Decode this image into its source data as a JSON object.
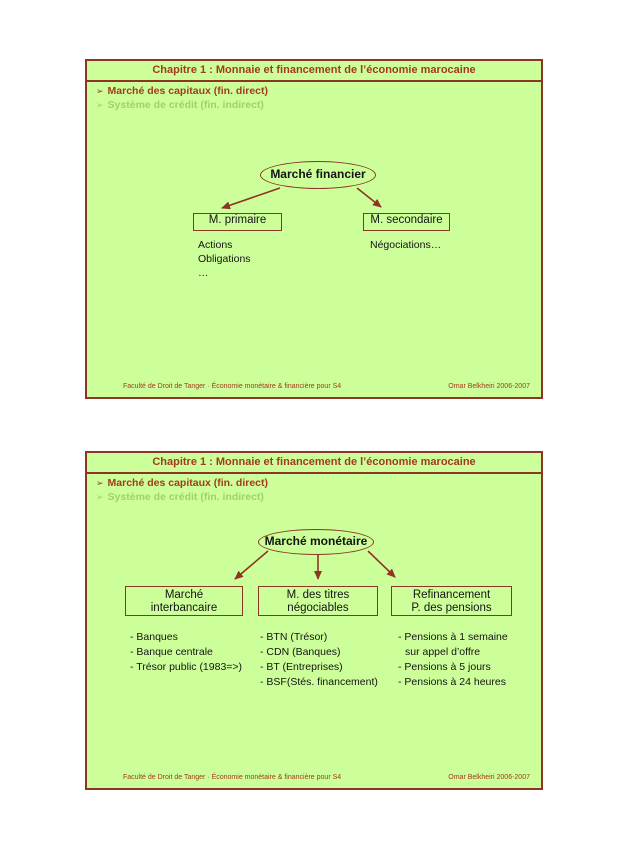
{
  "colors": {
    "page_bg": "#ffffff",
    "slide_bg": "#ccff99",
    "accent_maroon": "#8e3424",
    "title_red": "#a23b1e",
    "muted_bullet_green": "#a2cf6a",
    "diagram_text": "#141414"
  },
  "bullet_glyph": "➢",
  "slides": [
    {
      "title": "Chapitre 1 : Monnaie et financement de l’économie marocaine",
      "bullets": [
        {
          "text": "Marché des capitaux (fin. direct)",
          "emphasis": "active"
        },
        {
          "text": "Système de crédit (fin. indirect)",
          "emphasis": "muted"
        }
      ],
      "diagram": {
        "root": "Marché financier",
        "nodes": [
          {
            "label_lines": [
              "M. primaire"
            ],
            "items": [
              "Actions",
              "Obligations",
              "…"
            ]
          },
          {
            "label_lines": [
              "M. secondaire"
            ],
            "items": [
              "Négociations…"
            ]
          }
        ]
      },
      "footer_left": "Faculté de Droit de Tanger · Économie monétaire & financière pour S4",
      "footer_right": "Omar Belkheiri 2006-2007"
    },
    {
      "title": "Chapitre 1 : Monnaie et financement de l’économie marocaine",
      "bullets": [
        {
          "text": "Marché des capitaux (fin. direct)",
          "emphasis": "active"
        },
        {
          "text": "Système de crédit (fin. indirect)",
          "emphasis": "muted"
        }
      ],
      "diagram": {
        "root": "Marché monétaire",
        "nodes": [
          {
            "label_lines": [
              "Marché",
              "interbancaire"
            ],
            "items": [
              "- Banques",
              "- Banque centrale",
              "- Trésor public (1983=>)"
            ]
          },
          {
            "label_lines": [
              "M. des titres",
              "négociables"
            ],
            "items": [
              "- BTN (Trésor)",
              "- CDN (Banques)",
              "- BT (Entreprises)",
              "- BSF(Stés. financement)"
            ]
          },
          {
            "label_lines": [
              "Refinancement",
              "P. des pensions"
            ],
            "items": [
              "- Pensions à 1 semaine",
              "sur appel d’offre",
              "- Pensions à 5 jours",
              "- Pensions à 24 heures"
            ]
          }
        ]
      },
      "footer_left": "Faculté de Droit de Tanger · Économie monétaire & financière pour S4",
      "footer_right": "Omar Belkheiri 2006-2007"
    }
  ]
}
